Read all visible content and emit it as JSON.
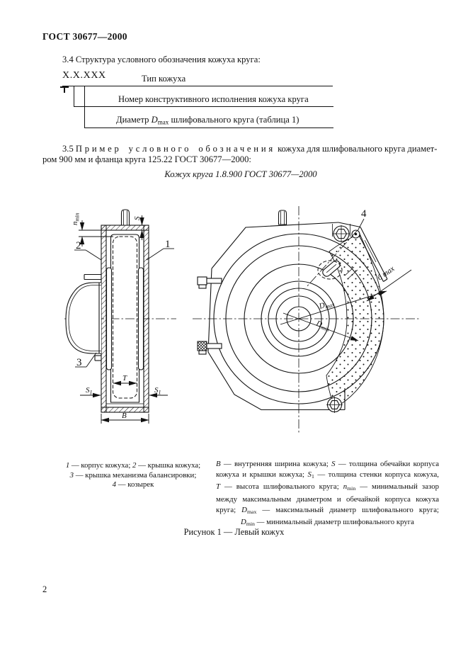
{
  "header": {
    "title": "ГОСТ 30677—2000",
    "page_number": "2"
  },
  "clauses": {
    "c34": "3.4  Структура условного обозначения кожуха круга:",
    "c35_line1_segments": [
      {
        "t": "3.5 "
      },
      {
        "t": "Пример условного обозначения",
        "sp": true
      },
      {
        "t": " кожуха для шлифовального круга диамет-"
      }
    ],
    "c35_line2": "ром 900 мм и фланца круга 125.22 ГОСТ 30677—2000:",
    "example": "Кожух круга 1.8.900 ГОСТ 30677—2000"
  },
  "designation": {
    "code": "X.X.XXX",
    "rows": [
      {
        "segments": [
          {
            "t": "Тип кожуха"
          }
        ]
      },
      {
        "segments": [
          {
            "t": "Номер конструктивного исполнения кожуха круга"
          }
        ]
      },
      {
        "segments": [
          {
            "t": "Диаметр "
          },
          {
            "t": "D",
            "i": true
          },
          {
            "t": "max",
            "sub": true
          },
          {
            "t": " шлифовального круга (таблица 1)"
          }
        ]
      }
    ]
  },
  "figure": {
    "caption": "Рисунок 1 — Левый кожух",
    "left_view_labels": {
      "part1": "1",
      "part2": "2",
      "part3": "3",
      "n_var": "n",
      "n_sub": "min",
      "s": "S",
      "s1_var": "S",
      "s1_sub": "1",
      "t": "T",
      "b": "B"
    },
    "right_view_labels": {
      "part4": "4",
      "dmax_var": "D",
      "dmax_sub": "max",
      "dmin_var": "D",
      "dmin_sub": "min",
      "bmax": "б max"
    }
  },
  "legend": {
    "left_lines": [
      [
        {
          "t": "1",
          "i": true
        },
        {
          "t": " — корпус кожуха; "
        },
        {
          "t": "2",
          "i": true
        },
        {
          "t": " — крышка кожуха;"
        }
      ],
      [
        {
          "t": "3",
          "i": true
        },
        {
          "t": " — крышка механизма балансировки;"
        }
      ],
      [
        {
          "t": "4",
          "i": true
        },
        {
          "t": " — козырек"
        }
      ]
    ],
    "right_lines": [
      [
        {
          "t": "B",
          "i": true
        },
        {
          "t": " — внутренняя ширина кожуха; "
        },
        {
          "t": "S",
          "i": true
        },
        {
          "t": " — толщина обечайки корпуса"
        }
      ],
      [
        {
          "t": "кожуха и крышки кожуха; "
        },
        {
          "t": "S",
          "i": true
        },
        {
          "t": "1",
          "sub": true
        },
        {
          "t": " — толщина стенки корпуса кожуха,"
        }
      ],
      [
        {
          "t": "T",
          "i": true
        },
        {
          "t": " — высота шлифовального круга; "
        },
        {
          "t": "n",
          "i": true
        },
        {
          "t": "min",
          "sub": true
        },
        {
          "t": " — минимальный зазор"
        }
      ],
      [
        {
          "t": "между максимальным диаметром и обечайкой корпуса кожуха"
        }
      ],
      [
        {
          "t": "круга; "
        },
        {
          "t": "D",
          "i": true
        },
        {
          "t": "max",
          "sub": true
        },
        {
          "t": " — максимальный диаметр шлифовального круга;"
        }
      ],
      [
        {
          "t": "D",
          "i": true
        },
        {
          "t": "min",
          "sub": true
        },
        {
          "t": " — минимальный диаметр шлифовального круга"
        }
      ]
    ]
  }
}
